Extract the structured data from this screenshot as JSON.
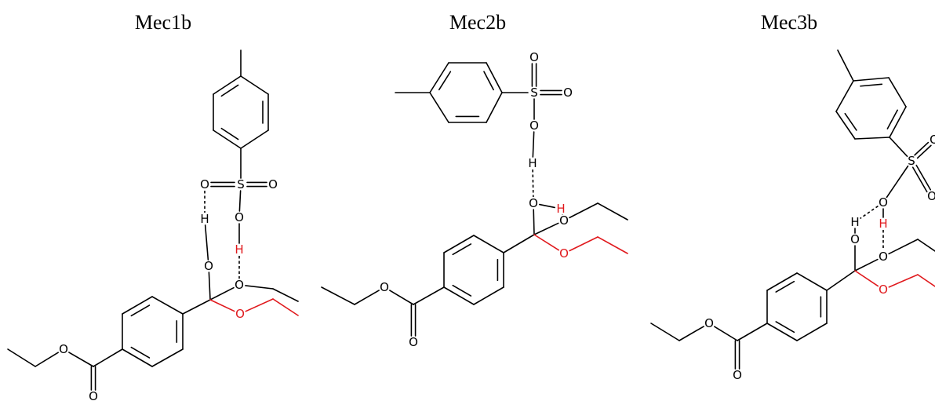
{
  "colors": {
    "default": "#000000",
    "highlight": "#e0191d"
  },
  "panels": [
    {
      "title": "Mec1b",
      "atoms": [
        {
          "id": "sO1",
          "label": "O"
        },
        {
          "id": "S",
          "label": "S"
        },
        {
          "id": "sO2",
          "label": "O"
        },
        {
          "id": "sOH",
          "label": "O"
        },
        {
          "id": "H1",
          "label": "H"
        },
        {
          "id": "H2",
          "label": "H",
          "color": "highlight"
        },
        {
          "id": "O1",
          "label": "O"
        },
        {
          "id": "O2",
          "label": "O"
        },
        {
          "id": "O3",
          "label": "O",
          "color": "highlight"
        },
        {
          "id": "eO",
          "label": "O"
        },
        {
          "id": "cO",
          "label": "O"
        }
      ]
    },
    {
      "title": "Mec2b",
      "atoms": [
        {
          "id": "sO1",
          "label": "O"
        },
        {
          "id": "S",
          "label": "S"
        },
        {
          "id": "sO2",
          "label": "O"
        },
        {
          "id": "sOH",
          "label": "O"
        },
        {
          "id": "H1",
          "label": "H"
        },
        {
          "id": "H2",
          "label": "H",
          "color": "highlight"
        },
        {
          "id": "O1",
          "label": "O"
        },
        {
          "id": "O2",
          "label": "O"
        },
        {
          "id": "O3",
          "label": "O",
          "color": "highlight"
        },
        {
          "id": "eO",
          "label": "O"
        },
        {
          "id": "cO",
          "label": "O"
        }
      ]
    },
    {
      "title": "Mec3b",
      "atoms": [
        {
          "id": "sO1",
          "label": "O"
        },
        {
          "id": "S",
          "label": "S"
        },
        {
          "id": "sO2",
          "label": "O"
        },
        {
          "id": "sOH",
          "label": "O"
        },
        {
          "id": "H1",
          "label": "H"
        },
        {
          "id": "H2",
          "label": "H",
          "color": "highlight"
        },
        {
          "id": "O1",
          "label": "O"
        },
        {
          "id": "O2",
          "label": "O"
        },
        {
          "id": "O3",
          "label": "O",
          "color": "highlight"
        },
        {
          "id": "eO",
          "label": "O"
        },
        {
          "id": "cO",
          "label": "O"
        }
      ]
    }
  ]
}
